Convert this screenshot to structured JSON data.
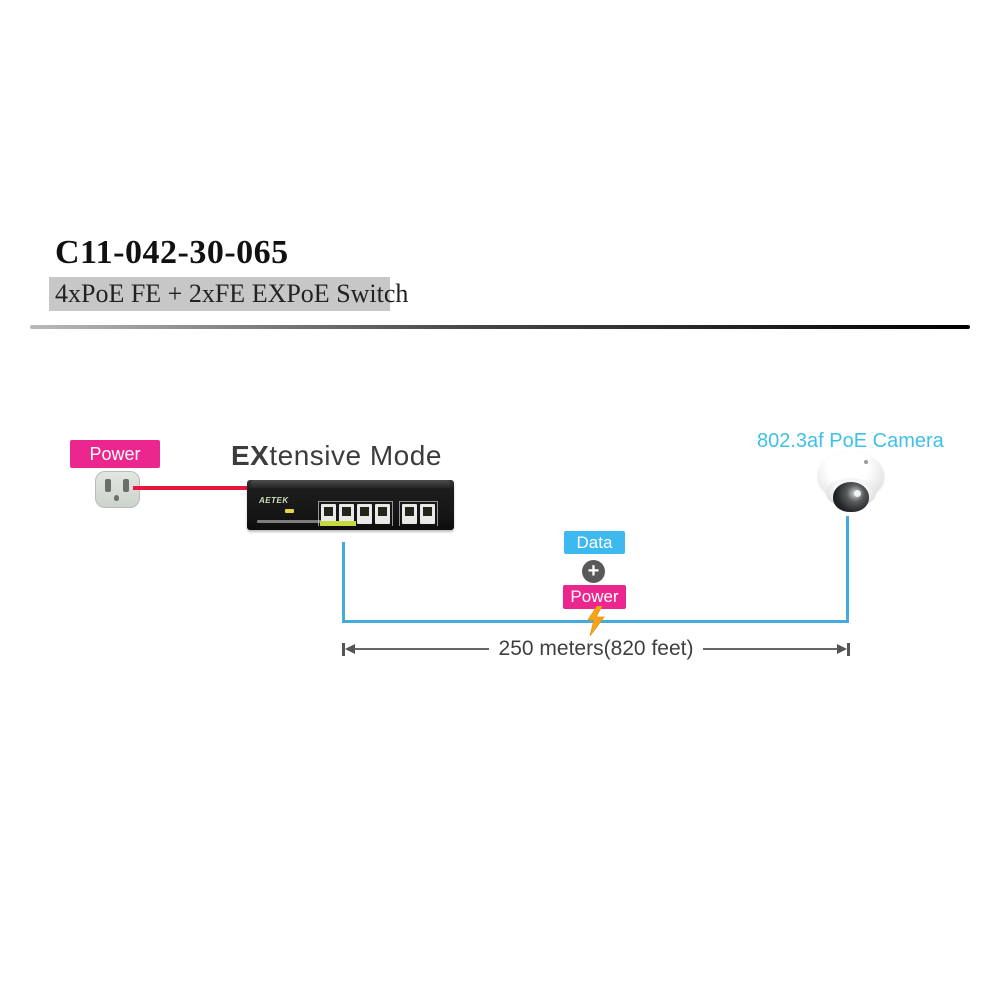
{
  "header": {
    "model": "C11-042-30-065",
    "subtitle": "4xPoE FE + 2xFE EXPoE Switch"
  },
  "diagram": {
    "power_source_label": "Power",
    "mode_label_bold": "EX",
    "mode_label_rest": "tensive Mode",
    "switch_logo": "AETEK",
    "camera_label": "802.3af PoE Camera",
    "data_label": "Data",
    "plus_symbol": "+",
    "power_overlay_label": "Power",
    "distance_label": "250 meters(820 feet)"
  },
  "colors": {
    "magenta_label": "#ec268f",
    "cyan_label": "#3db9ef",
    "cyan_cable": "#45abdc",
    "cyan_text": "#3fc0e8",
    "red_cable": "#e5173f",
    "lightning": "#f9a51a",
    "plus_circle": "#58595b",
    "subtitle_bg": "#c7c7c7",
    "divider_dark": "#000000",
    "text_dark": "#3c3c3c"
  }
}
